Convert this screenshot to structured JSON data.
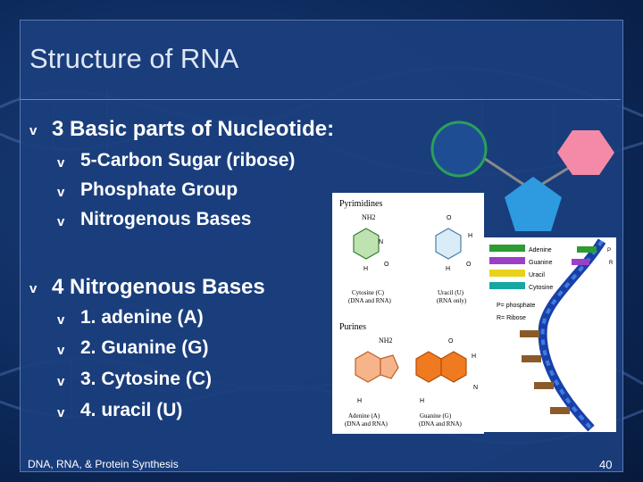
{
  "slide": {
    "title": "Structure of RNA",
    "bullet_glyph": "v",
    "section1": {
      "heading": "3 Basic parts of Nucleotide:",
      "items": [
        "5-Carbon Sugar (ribose)",
        "Phosphate Group",
        "Nitrogenous Bases"
      ]
    },
    "section2": {
      "heading": "4 Nitrogenous Bases",
      "items": [
        "1. adenine (A)",
        "2. Guanine (G)",
        "3. Cytosine (C)",
        "4. uracil (U)"
      ]
    },
    "footer": "DNA, RNA, & Protein Synthesis",
    "page_number": "40"
  },
  "colors": {
    "panel": "#1b3f7e",
    "circle_fill": "#1f4d94",
    "circle_stroke": "#2aa05a",
    "pentagon": "#2e9ae0",
    "hexagon": "#f48aa8",
    "adenine": "#2c9c33",
    "guanine": "#9b3fc8",
    "uracil": "#e8d21c",
    "cytosine": "#16a7a1"
  },
  "figure_bases": {
    "pyrimidines_label": "Pyrimidines",
    "purines_label": "Purines",
    "nh2": "NH2",
    "cytosine_caption": [
      "Cytosine (C)",
      "(DNA and RNA)"
    ],
    "uracil_caption": [
      "Uracil (U)",
      "(RNA only)"
    ],
    "adenine_caption": [
      "Adenine (A)",
      "(DNA and RNA)"
    ],
    "guanine_caption": [
      "Guanine (G)",
      "(DNA and RNA)"
    ],
    "atom_o": "O",
    "atom_n": "N",
    "atom_h": "H"
  },
  "figure_rna": {
    "legend": [
      "Adenine",
      "Guanine",
      "Uracil",
      "Cytosine"
    ],
    "p_note": "P= phosphate",
    "r_note": "R= Ribose",
    "p_label": "P",
    "r_label": "R"
  }
}
